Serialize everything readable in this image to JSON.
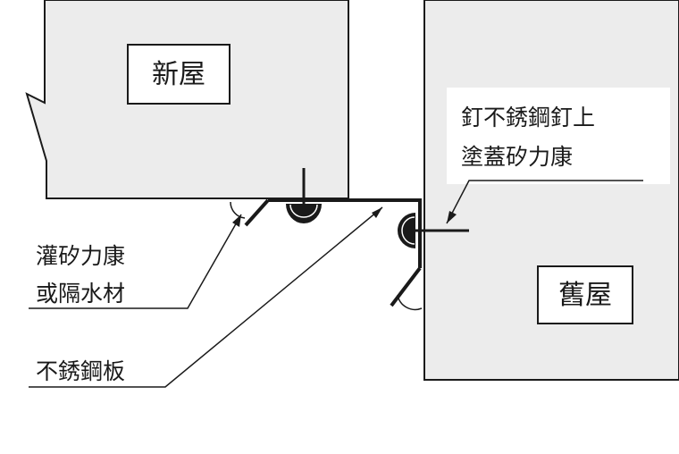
{
  "new_house": {
    "label": "新屋"
  },
  "old_house": {
    "label": "舊屋"
  },
  "callouts": {
    "screw_sealant": {
      "line1": "釘不銹鋼釘上",
      "line2": "塗蓋矽力康"
    },
    "sealant_waterproof": {
      "line1": "灌矽力康",
      "line2": "或隔水材"
    },
    "stainless_plate": {
      "line1": "不銹鋼板"
    }
  },
  "colors": {
    "ink": "#1a1a1a",
    "building_fill": "#ececec",
    "paper": "#ffffff"
  }
}
